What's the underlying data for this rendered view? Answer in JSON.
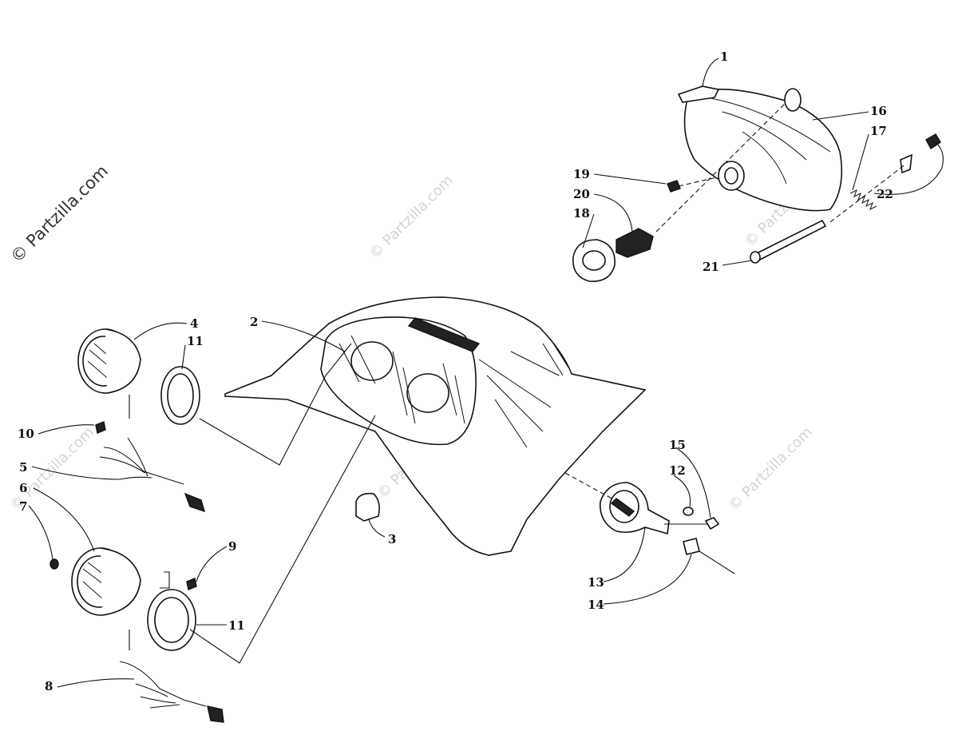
{
  "watermark": {
    "main": "© Partzilla.com",
    "faded": "© Partzilla.com"
  },
  "callouts": {
    "c1": "1",
    "c2": "2",
    "c3": "3",
    "c4": "4",
    "c5": "5",
    "c6": "6",
    "c7": "7",
    "c8": "8",
    "c9": "9",
    "c10": "10",
    "c11a": "11",
    "c11b": "11",
    "c12": "12",
    "c13": "13",
    "c14": "14",
    "c15": "15",
    "c16": "16",
    "c17": "17",
    "c18": "18",
    "c19": "19",
    "c20": "20",
    "c21": "21",
    "c22": "22"
  },
  "colors": {
    "ink": "#111111",
    "watermark": "#d4d4d4"
  }
}
